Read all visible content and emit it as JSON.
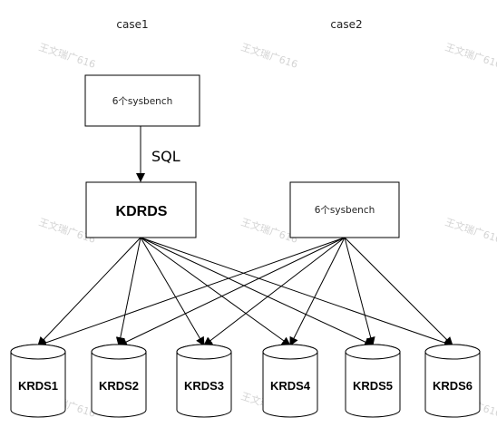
{
  "cases": {
    "case1": "case1",
    "case2": "case2"
  },
  "boxes": {
    "sysbench_case1": "6个sysbench",
    "kdrds": "KDRDS",
    "sysbench_case2": "6个sysbench"
  },
  "edge_label": "SQL",
  "databases": [
    "KRDS1",
    "KRDS2",
    "KRDS3",
    "KRDS4",
    "KRDS5",
    "KRDS6"
  ],
  "watermark": "王文瑞广616"
}
